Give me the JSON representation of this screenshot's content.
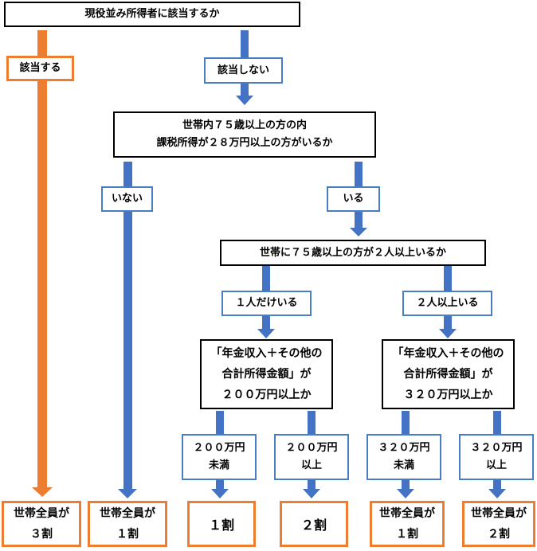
{
  "top_question": "現役並み所得者に該当するか",
  "yes_label": "該当する",
  "no_label": "該当しない",
  "q2": [
    "世帯内７５歳以上の方の内",
    "課税所得が２８万円以上の方がいるか"
  ],
  "q2_no": "いない",
  "q2_yes": "いる",
  "q3": "世帯に７５歳以上の方が２人以上いるか",
  "one_person": "１人だけいる",
  "two_plus": "２人以上いる",
  "q4a": [
    "「年金収入＋その他の",
    "合計所得金額」が",
    "２００万円以上か"
  ],
  "q4b": [
    "「年金収入＋その他の",
    "合計所得金額」が",
    "３２０万円以上か"
  ],
  "b200_under": [
    "２００万円",
    "未満"
  ],
  "b200_over": [
    "２００万円",
    "以上"
  ],
  "b320_under": [
    "３２０万円",
    "未満"
  ],
  "b320_over": [
    "３２０万円",
    "以上"
  ],
  "results": [
    [
      "世帯全員が",
      "３割"
    ],
    [
      "世帯全員が",
      "１割"
    ],
    [
      "１割"
    ],
    [
      "２割"
    ],
    [
      "世帯全員が",
      "１割"
    ],
    [
      "世帯全員が",
      "２割"
    ]
  ],
  "colors": {
    "orange": "#ed7d31",
    "blue": "#4472c4",
    "blue_border": "#4a7ec4",
    "black": "#000000"
  }
}
